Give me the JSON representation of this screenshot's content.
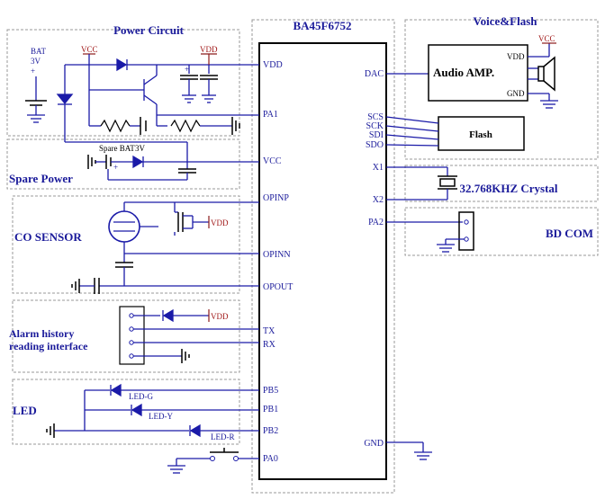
{
  "chip": {
    "name": "BA45F6752",
    "pins_left": [
      "VDD",
      "PA1",
      "VCC",
      "OPINP",
      "OPINN",
      "OPOUT",
      "TX",
      "RX",
      "PB5",
      "PB1",
      "PB2",
      "PA0"
    ],
    "pins_right": [
      "DAC",
      "SCS",
      "SCK",
      "SDI",
      "SDO",
      "X1",
      "X2",
      "PA2",
      "GND"
    ]
  },
  "sections": {
    "power": "Power Circuit",
    "spare": "Spare Power",
    "co": "CO SENSOR",
    "alarm_line1": "Alarm history",
    "alarm_line2": "reading interface",
    "led": "LED",
    "voice": "Voice&Flash",
    "crystal": "32.768KHZ Crystal",
    "bdcom": "BD COM"
  },
  "labels": {
    "vcc": "VCC",
    "vdd": "VDD",
    "bat": "BAT",
    "bat_v": "3V",
    "spare_bat": "Spare BAT",
    "spare_v": "3V",
    "plus": "+",
    "led_g": "LED-G",
    "led_y": "LED-Y",
    "led_r": "LED-R"
  },
  "blocks": {
    "audio_amp": "Audio AMP.",
    "amp_vdd": "VDD",
    "amp_gnd": "GND",
    "flash": "Flash"
  }
}
